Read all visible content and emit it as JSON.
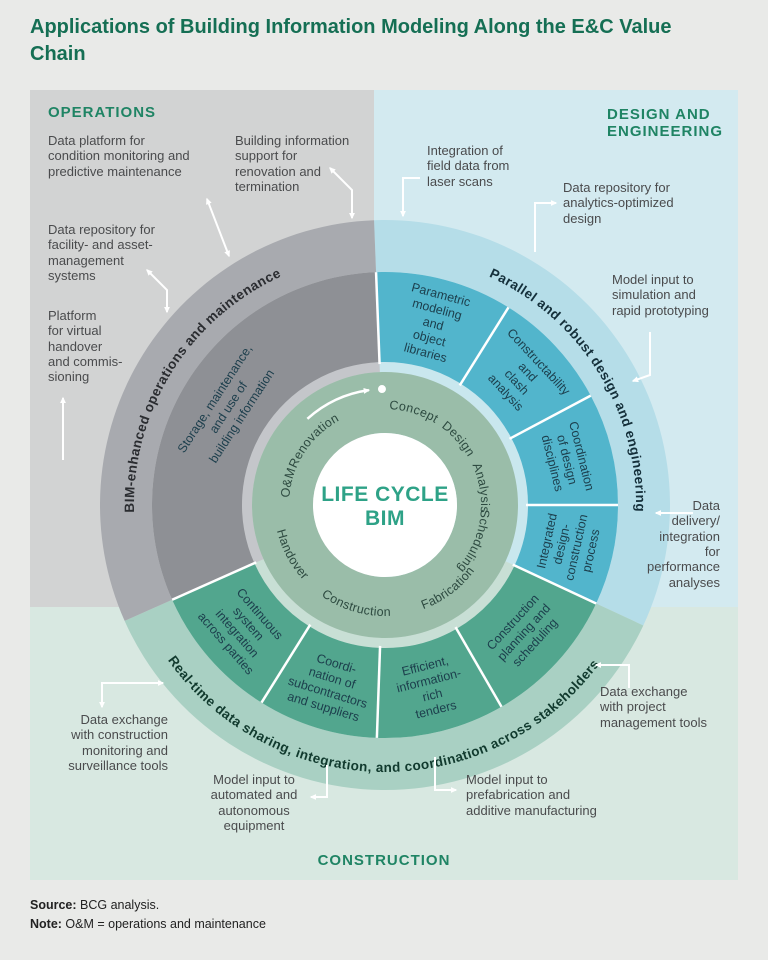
{
  "title": "Applications of Building Information Modeling Along the E&C Value\nChain",
  "center": {
    "line1": "LIFE CYCLE",
    "line2": "BIM"
  },
  "phases": [
    "Concept",
    "Design",
    "Analysis",
    "Scheduling",
    "Fabrication",
    "Construction",
    "Handover",
    "O&M",
    "Renovation"
  ],
  "sections": {
    "operations": {
      "header": "OPERATIONS",
      "band_title": "BIM-enhanced operations and maintenance",
      "segments": [
        {
          "label": "Storage, maintenance,\nand use of\nbuilding information"
        }
      ],
      "callouts": [
        "Data platform for\ncondition monitoring and\npredictive maintenance",
        "Building information\nsupport for\nrenovation and\ntermination",
        "Data repository for\nfacility- and asset-\nmanagement\nsystems",
        "Platform\nfor virtual\nhandover\nand commis-\nsioning"
      ]
    },
    "design": {
      "header": "DESIGN AND\nENGINEERING",
      "band_title": "Parallel and robust design and engineering",
      "segments": [
        {
          "label": "Parametric\nmodeling\nand\nobject\nlibraries"
        },
        {
          "label": "Constructability\nand\nclash\nanalysis"
        },
        {
          "label": "Coordination\nof design\ndisciplines"
        },
        {
          "label": "Integrated\ndesign-\nconstruction\nprocess"
        }
      ],
      "callouts": [
        "Integration of\nfield data from\nlaser scans",
        "Data repository for\nanalytics-optimized\ndesign",
        "Model input to\nsimulation and\nrapid prototyping",
        "Data\ndelivery/\nintegration\nfor\nperformance\nanalyses"
      ]
    },
    "construction": {
      "header": "CONSTRUCTION",
      "band_title": "Real-time data sharing, integration, and coordination across stakeholders",
      "segments": [
        {
          "label": "Construction\nplanning and\nscheduling"
        },
        {
          "label": "Efficient,\ninformation-\nrich\ntenders"
        },
        {
          "label": "Coordi-\nnation of\nsubcontractors\nand suppliers"
        },
        {
          "label": "Continuous\nsystem\nintegration\nacross parties"
        }
      ],
      "callouts": [
        "Data exchange\nwith project\nmanagement tools",
        "Model input to\nprefabrication and\nadditive manufacturing",
        "Model input to\nautomated and\nautonomous\nequipment",
        "Data exchange\nwith construction\nmonitoring and\nsurveillance tools"
      ]
    }
  },
  "footer": {
    "source_label": "Source:",
    "source_text": " BCG analysis.",
    "note_label": "Note:",
    "note_text": " O&M = operations and maintenance"
  },
  "colors": {
    "title_green": "#156f54",
    "header_green": "#1f8464",
    "design_segment": "#52b5cc",
    "design_band": "#b5dde8",
    "design_halo": "#c9e7ee",
    "construction_segment": "#52a68e",
    "construction_band": "#a9d0c3",
    "construction_halo": "#c8dfd5",
    "operations_segment": "#8e9095",
    "operations_band": "#a8aaaf",
    "operations_halo": "#c4c6ca",
    "phase_ring": "#9abda9",
    "center_text": "#2ea287",
    "arrow_white": "#ffffff"
  }
}
